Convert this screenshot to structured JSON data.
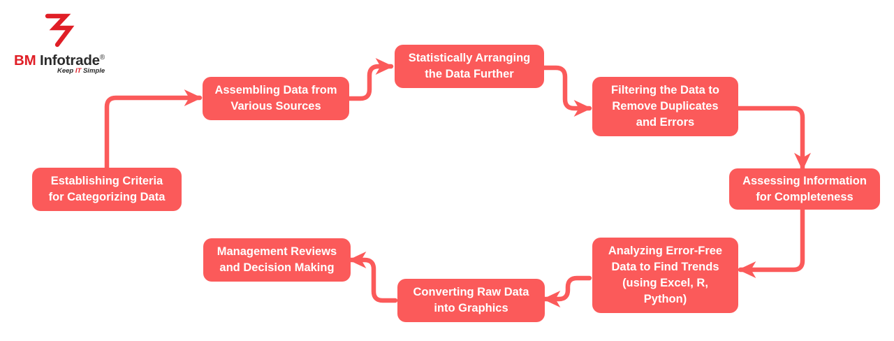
{
  "page": {
    "background_color": "#FFFFFF",
    "accent_color": "#FB5A5A",
    "logo_red": "#E01E26",
    "logo_dark": "#2B2B2B",
    "node_text_color": "#FFFFFF"
  },
  "logo": {
    "mark_name": "bm-infotrade-bolt-mark",
    "brand_bold": "BM",
    "brand_rest": " Infotrade",
    "registered": "®",
    "tagline_pre": "Keep ",
    "tagline_it": "IT",
    "tagline_post": " Simple"
  },
  "diagram": {
    "type": "cycle-flowchart",
    "nodes": [
      {
        "id": "n1",
        "label": "Establishing Criteria\nfor Categorizing Data"
      },
      {
        "id": "n2",
        "label": "Assembling Data from\nVarious Sources"
      },
      {
        "id": "n3",
        "label": "Statistically Arranging\nthe Data Further"
      },
      {
        "id": "n4",
        "label": "Filtering the Data to\nRemove Duplicates\nand Errors"
      },
      {
        "id": "n5",
        "label": "Assessing Information\nfor Completeness"
      },
      {
        "id": "n6",
        "label": "Analyzing Error-Free\nData to Find Trends\n(using Excel, R,\nPython)"
      },
      {
        "id": "n7",
        "label": "Converting Raw Data\ninto Graphics"
      },
      {
        "id": "n8",
        "label": "Management Reviews\nand Decision Making"
      }
    ],
    "edges": [
      {
        "from": "n1",
        "to": "n2"
      },
      {
        "from": "n2",
        "to": "n3"
      },
      {
        "from": "n3",
        "to": "n4"
      },
      {
        "from": "n4",
        "to": "n5"
      },
      {
        "from": "n5",
        "to": "n6"
      },
      {
        "from": "n6",
        "to": "n7"
      },
      {
        "from": "n7",
        "to": "n8"
      }
    ]
  }
}
